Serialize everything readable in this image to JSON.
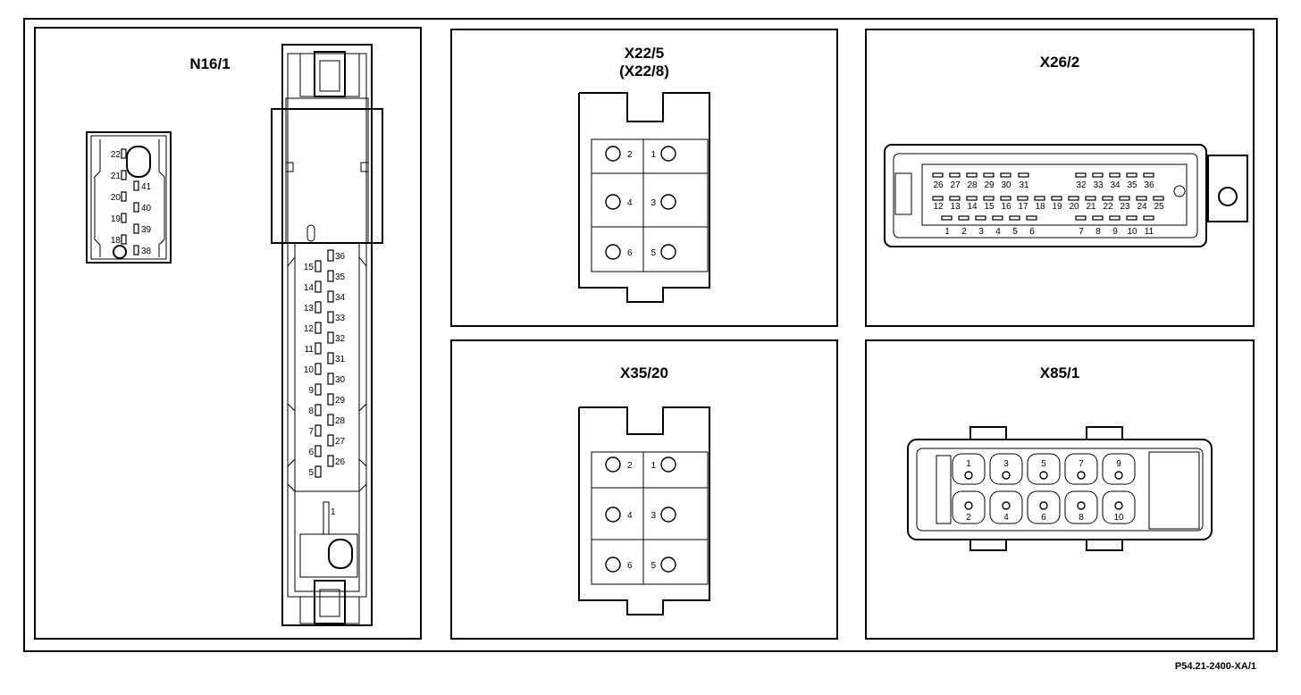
{
  "panels": {
    "n16": {
      "title": "N16/1"
    },
    "x22": {
      "title": "X22/5",
      "subtitle": "(X22/8)",
      "pins": [
        "1",
        "2",
        "3",
        "4",
        "5",
        "6"
      ]
    },
    "x26": {
      "title": "X26/2"
    },
    "x35": {
      "title": "X35/20",
      "pins": [
        "1",
        "2",
        "3",
        "4",
        "5",
        "6"
      ]
    },
    "x85": {
      "title": "X85/1",
      "pins": [
        "1",
        "2",
        "3",
        "4",
        "5",
        "6",
        "7",
        "8",
        "9",
        "10"
      ]
    }
  },
  "n16_small_pins": {
    "left": [
      "22",
      "21",
      "20",
      "19",
      "18"
    ],
    "right": [
      "41",
      "40",
      "39",
      "38"
    ]
  },
  "n16_main_pins": {
    "left": [
      "15",
      "14",
      "13",
      "12",
      "11",
      "10",
      "9",
      "8",
      "7",
      "6",
      "5"
    ],
    "right": [
      "36",
      "35",
      "34",
      "33",
      "32",
      "31",
      "30",
      "29",
      "28",
      "27",
      "26"
    ],
    "bottom": "1"
  },
  "x26_pins": {
    "top": [
      "26",
      "27",
      "28",
      "29",
      "30",
      "31",
      "32",
      "33",
      "34",
      "35",
      "36"
    ],
    "middle": [
      "12",
      "13",
      "14",
      "15",
      "16",
      "17",
      "18",
      "19",
      "20",
      "21",
      "22",
      "23",
      "24",
      "25"
    ],
    "bottom": [
      "1",
      "2",
      "3",
      "4",
      "5",
      "6",
      "7",
      "8",
      "9",
      "10",
      "11"
    ]
  },
  "reference": "P54.21-2400-XA/1"
}
